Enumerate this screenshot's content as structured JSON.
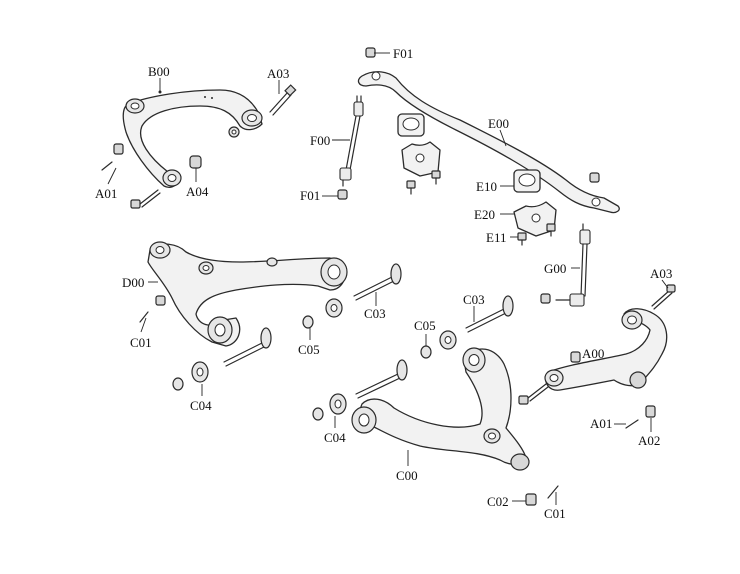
{
  "labels": {
    "b00": "B00",
    "a03_top": "A03",
    "a01_left": "A01",
    "a04": "A04",
    "f01_top": "F01",
    "f00": "F00",
    "f01_bottom": "F01",
    "e00": "E00",
    "e10": "E10",
    "e20": "E20",
    "e11": "E11",
    "g00": "G00",
    "a03_right": "A03",
    "d00": "D00",
    "c01_left": "C01",
    "c03_left": "C03",
    "c05_left": "C05",
    "c04_left": "C04",
    "c03_right": "C03",
    "c05_right": "C05",
    "a00": "A00",
    "c04_right": "C04",
    "a01_right": "A01",
    "a02": "A02",
    "c00": "C00",
    "c02": "C02",
    "c01_right": "C01"
  }
}
